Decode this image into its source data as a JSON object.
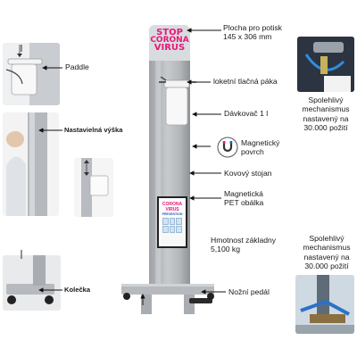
{
  "sign": {
    "line1": "STOP",
    "line2": "CORONA",
    "line3": "VIRUS"
  },
  "poster": {
    "title": "CORONA VIRUS",
    "subtitle": "PREVENTION"
  },
  "labels": {
    "plocha": "Plocha pro potisk\n145 x 306 mm",
    "paddle": "Paddle",
    "loketni": "loketní tlačná páka",
    "davkovac": "Dávkovač 1 l",
    "spolehlivy_top": "Spolehlivý\nmechanismus\nnastavený na\n30.000 požití",
    "nastavitelna": "Nastavielná výška",
    "magneticky_povrch": "Magnetický\npovrch",
    "kovovy": "Kovový stojan",
    "magneticka_pet": "Magnetická\nPET obálka",
    "hmotnost": "Hmotnost základny\n5,100 kg",
    "spolehlivy_bottom": "Spolehlivý\nmechanismus\nnastavený na\n30.000 požití",
    "kolecka": "Kolečka",
    "nozni": "Nožní pedál"
  },
  "icons": {
    "magnet": "magnet-icon"
  },
  "colors": {
    "brand_pink": "#e8177a",
    "brand_blue": "#1d5fae",
    "stand_gray": "#b3b7ba"
  }
}
